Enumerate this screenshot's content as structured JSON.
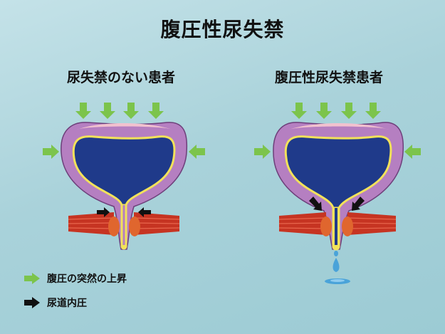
{
  "title": "腹圧性尿失禁",
  "panels": {
    "left_label": "尿失禁のない患者",
    "right_label": "腹圧性尿失禁患者"
  },
  "legend": [
    {
      "label": "腹圧の突然の上昇",
      "icon": "green-arrow-icon",
      "color": "#7cc44c"
    },
    {
      "label": "尿道内圧",
      "icon": "black-arrow-icon",
      "color": "#111111"
    }
  ],
  "colors": {
    "background": "#a9d2da",
    "bladder_wall": "#b57fc1",
    "bladder_lumen": "#1f3a8a",
    "lining": "#f2e25a",
    "muscle": "#c63422",
    "sphincter": "#e0662e",
    "droplet": "#4aa3d9"
  }
}
